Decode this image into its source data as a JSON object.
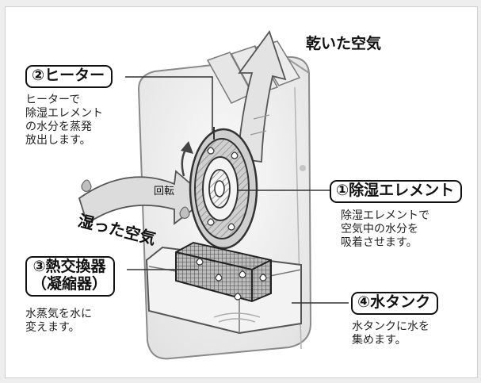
{
  "title": "乾いた空気",
  "rotation_label": "回転",
  "humid_air_label": "湿った空気",
  "components": {
    "heater": {
      "label": "②ヒーター",
      "description": [
        "ヒーターで",
        "除湿エレメント",
        "の水分を蒸発",
        "放出します。"
      ]
    },
    "element": {
      "label": "①除湿エレメント",
      "description": [
        "除湿エレメントで",
        "空気中の水分を",
        "吸着させます。"
      ]
    },
    "exchanger": {
      "label_line1": "③熱交換器",
      "label_line2": "（凝縮器）",
      "description": [
        "水蒸気を水に",
        "変えます。"
      ]
    },
    "tank": {
      "label": "④水タンク",
      "description": [
        "水タンクに水を",
        "集めます。"
      ]
    }
  },
  "colors": {
    "line": "#111111",
    "arrow_fill": "#d9d9d9",
    "arrow_stroke": "#555555"
  }
}
